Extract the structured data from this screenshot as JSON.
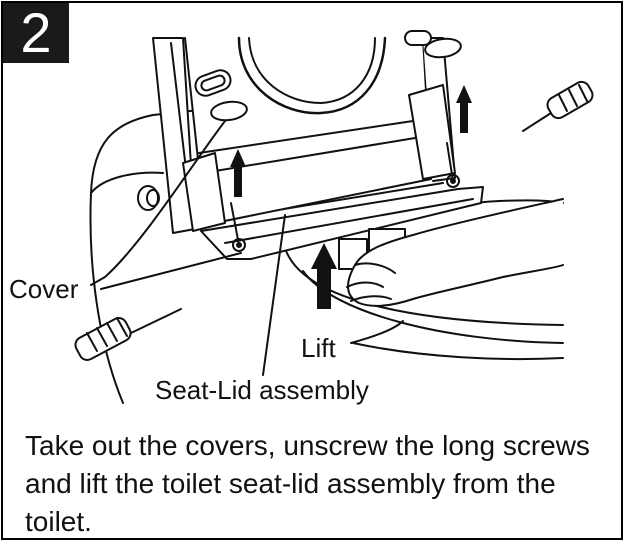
{
  "step": {
    "number": "2"
  },
  "labels": {
    "cover": "Cover",
    "lift": "Lift",
    "assembly": "Seat-Lid assembly"
  },
  "instruction": "Take out the covers, unscrew the long screws and lift the toilet seat-lid assembly from the toilet.",
  "icons": [
    "screwdriver-icon",
    "up-arrow-icon",
    "hand-icon"
  ]
}
